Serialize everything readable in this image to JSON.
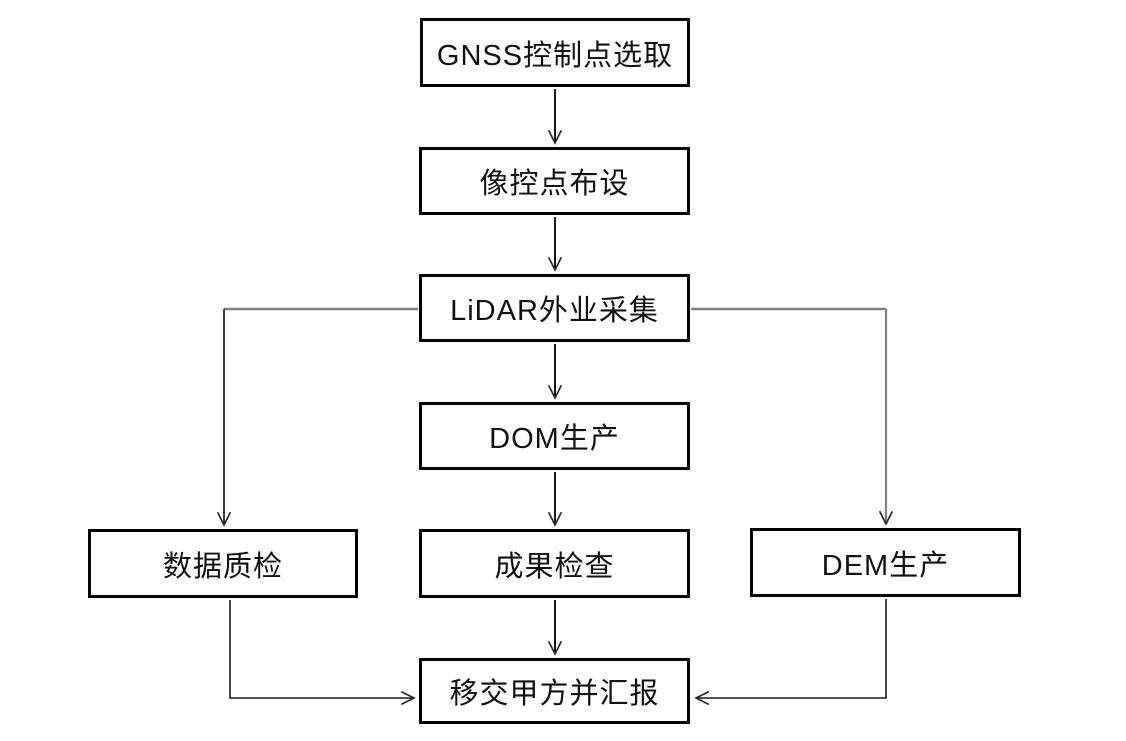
{
  "diagram": {
    "type": "flowchart",
    "nodes": [
      {
        "id": "gnss",
        "label": "GNSS控制点选取"
      },
      {
        "id": "imgctrl",
        "label": "像控点布设"
      },
      {
        "id": "lidar",
        "label": "LiDAR外业采集"
      },
      {
        "id": "dom",
        "label": "DOM生产"
      },
      {
        "id": "dataqc",
        "label": "数据质检"
      },
      {
        "id": "resultcheck",
        "label": "成果检查"
      },
      {
        "id": "dem",
        "label": "DEM生产"
      },
      {
        "id": "handover",
        "label": "移交甲方并汇报"
      }
    ],
    "edges": [
      {
        "from": "gnss",
        "to": "imgctrl",
        "style": "straight-down"
      },
      {
        "from": "imgctrl",
        "to": "lidar",
        "style": "straight-down"
      },
      {
        "from": "lidar",
        "to": "dom",
        "style": "straight-down"
      },
      {
        "from": "lidar",
        "to": "dataqc",
        "style": "left-then-down"
      },
      {
        "from": "lidar",
        "to": "dem",
        "style": "right-then-down"
      },
      {
        "from": "dom",
        "to": "resultcheck",
        "style": "straight-down"
      },
      {
        "from": "resultcheck",
        "to": "handover",
        "style": "straight-down"
      },
      {
        "from": "dataqc",
        "to": "handover",
        "style": "down-then-right"
      },
      {
        "from": "dem",
        "to": "handover",
        "style": "down-then-left"
      }
    ],
    "colors": {
      "background": "#ffffff",
      "box_border": "#000000",
      "box_fill": "#ffffff",
      "text": "#111111",
      "line_dark": "#1a1a1a",
      "line_gray": "#808080"
    }
  }
}
